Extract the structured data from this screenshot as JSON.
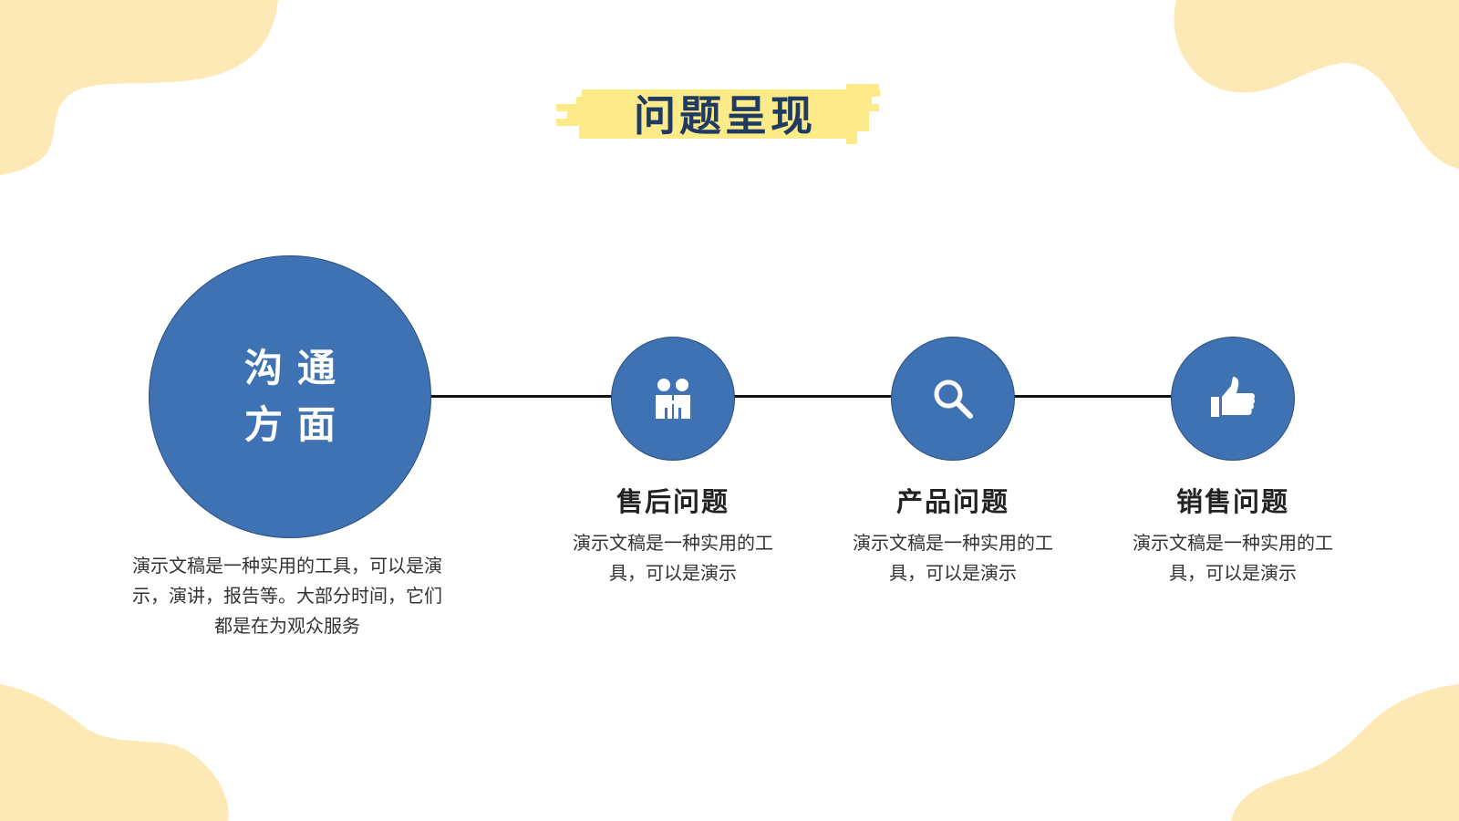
{
  "title": "问题呈现",
  "colors": {
    "accent_blue": "#3f72b3",
    "title_text": "#1f3a63",
    "highlight_yellow": "#fdeb8a",
    "blob_yellow": "#fde9b5"
  },
  "main": {
    "line1": "沟通",
    "line2": "方面",
    "description": "演示文稿是一种实用的工具，可以是演示，演讲，报告等。大部分时间，它们都是在为观众服务"
  },
  "steps": [
    {
      "icon": "people-icon",
      "title": "售后问题",
      "description": "演示文稿是一种实用的工具，可以是演示"
    },
    {
      "icon": "search-icon",
      "title": "产品问题",
      "description": "演示文稿是一种实用的工具，可以是演示"
    },
    {
      "icon": "thumbs-up-icon",
      "title": "销售问题",
      "description": "演示文稿是一种实用的工具，可以是演示"
    }
  ]
}
